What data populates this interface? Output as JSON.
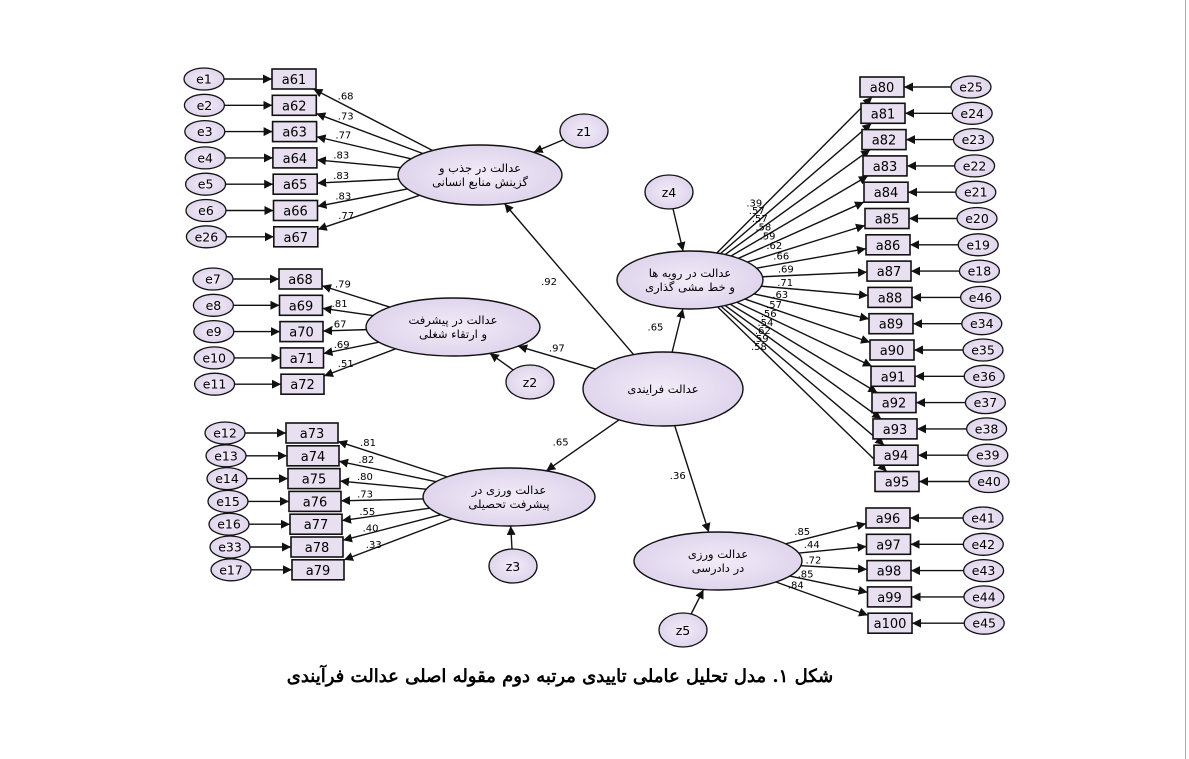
{
  "caption": "شکل ۱. مدل تحلیل عاملی تاییدی مرتبه دوم مقوله اصلی عدالت فرآیندی",
  "colors": {
    "node_fill": "#e8e0f0",
    "ellipse_fill_center": "#f2ecf8",
    "ellipse_fill_edge": "#dcd0ea",
    "stroke": "#111111"
  },
  "root": {
    "id": "root",
    "lines": [
      "عدالت فرایندی"
    ]
  },
  "factors": [
    {
      "id": "f1",
      "lines": [
        "عدالت در جذب و",
        "گزینش منابع انسانی"
      ],
      "loading": ".92",
      "disturbance": "z1",
      "items": [
        {
          "name": "a61",
          "error": "e1",
          "weight": ".68"
        },
        {
          "name": "a62",
          "error": "e2",
          "weight": ".73"
        },
        {
          "name": "a63",
          "error": "e3",
          "weight": ".77"
        },
        {
          "name": "a64",
          "error": "e4",
          "weight": ".83"
        },
        {
          "name": "a65",
          "error": "e5",
          "weight": ".83"
        },
        {
          "name": "a66",
          "error": "e6",
          "weight": ".83"
        },
        {
          "name": "a67",
          "error": "e26",
          "weight": ".77"
        }
      ]
    },
    {
      "id": "f2",
      "lines": [
        "عدالت در پیشرفت",
        "و ارتقاء شغلی"
      ],
      "loading": ".97",
      "disturbance": "z2",
      "items": [
        {
          "name": "a68",
          "error": "e7",
          "weight": ".79"
        },
        {
          "name": "a69",
          "error": "e8",
          "weight": ".81"
        },
        {
          "name": "a70",
          "error": "e9",
          "weight": ".67"
        },
        {
          "name": "a71",
          "error": "e10",
          "weight": ".69"
        },
        {
          "name": "a72",
          "error": "e11",
          "weight": ".51"
        }
      ]
    },
    {
      "id": "f3",
      "lines": [
        "عدالت ورزی در",
        "پیشرفت تحصیلی"
      ],
      "loading": ".65",
      "disturbance": "z3",
      "items": [
        {
          "name": "a73",
          "error": "e12",
          "weight": ".81"
        },
        {
          "name": "a74",
          "error": "e13",
          "weight": ".82"
        },
        {
          "name": "a75",
          "error": "e14",
          "weight": ".80"
        },
        {
          "name": "a76",
          "error": "e15",
          "weight": ".73"
        },
        {
          "name": "a77",
          "error": "e16",
          "weight": ".55"
        },
        {
          "name": "a78",
          "error": "e33",
          "weight": ".40"
        },
        {
          "name": "a79",
          "error": "e17",
          "weight": ".33"
        }
      ]
    },
    {
      "id": "f4",
      "lines": [
        "عدالت در رویه ها",
        "و خط مشی گذاری"
      ],
      "loading": ".65",
      "disturbance": "z4",
      "items": [
        {
          "name": "a80",
          "error": "e25",
          "weight": ".39"
        },
        {
          "name": "a81",
          "error": "e24",
          "weight": ".57"
        },
        {
          "name": "a82",
          "error": "e23",
          "weight": ".57"
        },
        {
          "name": "a83",
          "error": "e22",
          "weight": ".58"
        },
        {
          "name": "a84",
          "error": "e21",
          "weight": ".59"
        },
        {
          "name": "a85",
          "error": "e20",
          "weight": ".62"
        },
        {
          "name": "a86",
          "error": "e19",
          "weight": ".66"
        },
        {
          "name": "a87",
          "error": "e18",
          "weight": ".69"
        },
        {
          "name": "a88",
          "error": "e46",
          "weight": ".71"
        },
        {
          "name": "a89",
          "error": "e34",
          "weight": ".63"
        },
        {
          "name": "a90",
          "error": "e35",
          "weight": ".57"
        },
        {
          "name": "a91",
          "error": "e36",
          "weight": ".56"
        },
        {
          "name": "a92",
          "error": "e37",
          "weight": ".54"
        },
        {
          "name": "a93",
          "error": "e38",
          "weight": ".62"
        },
        {
          "name": "a94",
          "error": "e39",
          "weight": ".59"
        },
        {
          "name": "a95",
          "error": "e40",
          "weight": ".58"
        }
      ]
    },
    {
      "id": "f5",
      "lines": [
        "عدالت ورزی",
        "در دادرسی"
      ],
      "loading": ".36",
      "disturbance": "z5",
      "items": [
        {
          "name": "a96",
          "error": "e41",
          "weight": ".85"
        },
        {
          "name": "a97",
          "error": "e42",
          "weight": ".44"
        },
        {
          "name": "a98",
          "error": "e43",
          "weight": ".72"
        },
        {
          "name": "a99",
          "error": "e44",
          "weight": ".85"
        },
        {
          "name": "a100",
          "error": "e45",
          "weight": ".84"
        }
      ]
    }
  ]
}
